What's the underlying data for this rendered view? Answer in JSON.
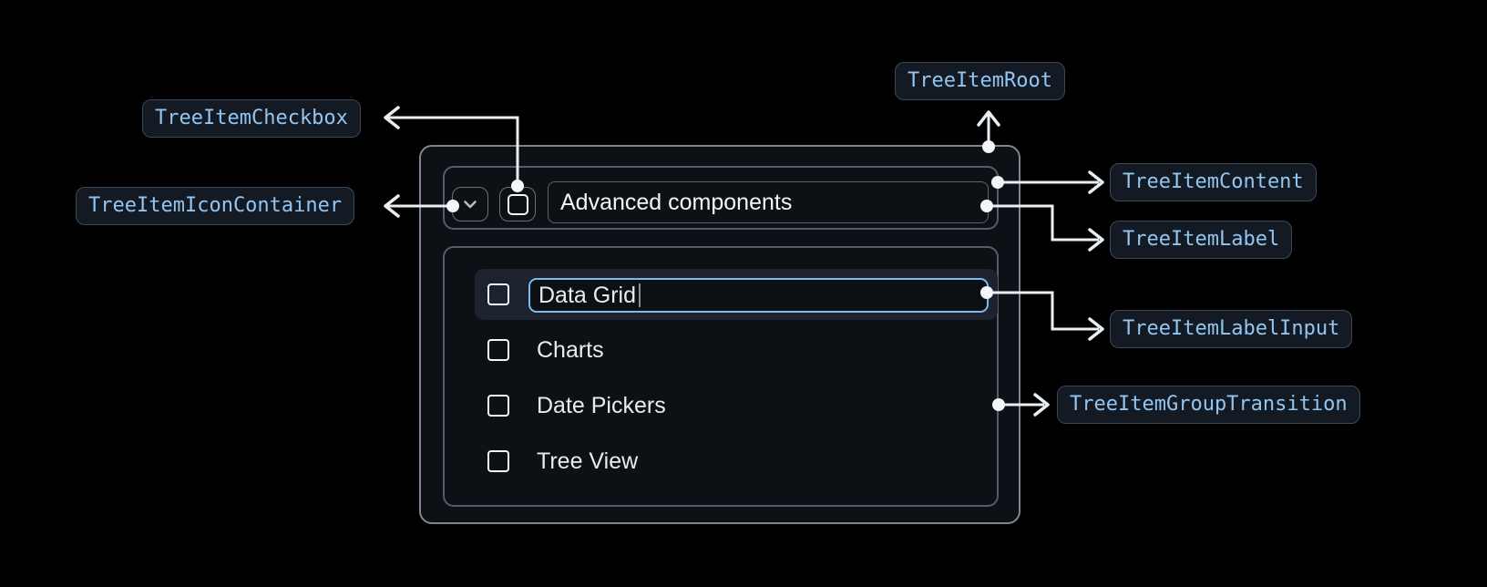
{
  "diagram": {
    "badges": [
      {
        "id": "checkbox",
        "label": "TreeItemCheckbox"
      },
      {
        "id": "icon-container",
        "label": "TreeItemIconContainer"
      },
      {
        "id": "root",
        "label": "TreeItemRoot"
      },
      {
        "id": "content",
        "label": "TreeItemContent"
      },
      {
        "id": "label",
        "label": "TreeItemLabel"
      },
      {
        "id": "label-input",
        "label": "TreeItemLabelInput"
      },
      {
        "id": "group-transition",
        "label": "TreeItemGroupTransition"
      }
    ]
  },
  "tree": {
    "header": {
      "label": "Advanced components",
      "expanded": true,
      "checked": false
    },
    "items": [
      {
        "label": "Data Grid",
        "checked": false,
        "editing": true
      },
      {
        "label": "Charts",
        "checked": false
      },
      {
        "label": "Date Pickers",
        "checked": false
      },
      {
        "label": "Tree View",
        "checked": false
      }
    ]
  },
  "icons": [
    "chevron-down-icon",
    "checkbox-unchecked-icon",
    "arrowhead-icon",
    "anchor-dot"
  ],
  "colors": {
    "background": "#000000",
    "badge_bg": "#131A24",
    "badge_border": "#3C4857",
    "badge_text": "#93C5F1",
    "connector": "#E9EEF3",
    "tree_border": "#7E8791",
    "inner_border": "#545D68",
    "selected_row_bg": "#1C232E",
    "focus_border": "#7CB9EC",
    "item_text": "#E9ECEF"
  }
}
